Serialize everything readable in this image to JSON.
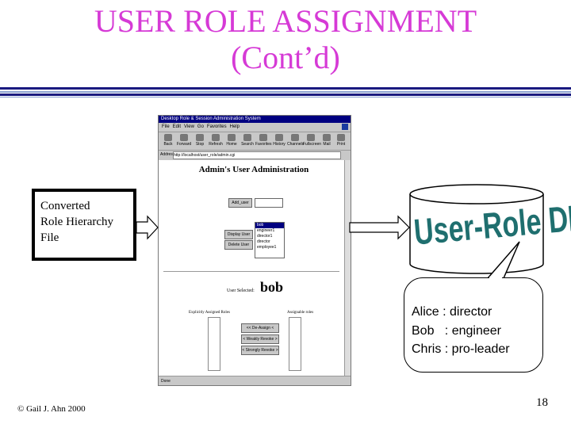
{
  "slide": {
    "title_line1": "USER ROLE ASSIGNMENT",
    "title_line2": "(Cont’d)",
    "footer": "© Gail J. Ahn 2000",
    "page_number": "18",
    "left_box_lines": [
      "Converted",
      "Role Hierarchy",
      "File"
    ],
    "db_label": "User-Role DB",
    "db_entries": [
      "Alice : director",
      "Bob   : engineer",
      "Chris : pro-leader"
    ],
    "colors": {
      "title": "#d63ad6",
      "db_text": "#1f6f6f",
      "bar_dark": "#1a1a80",
      "bar_light": "#8aa0d0"
    }
  },
  "browser": {
    "window_title": "Desktop Role & Session Administration System",
    "menu": [
      "File",
      "Edit",
      "View",
      "Go",
      "Favorites",
      "Help"
    ],
    "toolbar": [
      "Back",
      "Forward",
      "Stop",
      "Refresh",
      "Home",
      "Search",
      "Favorites",
      "History",
      "Channels",
      "Fullscreen",
      "Mail",
      "Print"
    ],
    "address_label": "Address",
    "address_value": "http://localhost/user_role/admin.cgi",
    "page": {
      "heading": "Admin's User Administration",
      "add_user_button": "Add_user",
      "display_user_button": "Display User",
      "delete_user_button": "Delete User",
      "user_list": [
        "bob",
        "engineer1",
        "director1",
        "director",
        "employee1"
      ],
      "user_selected_label": "User Selected:",
      "user_selected_value": "bob",
      "explicit_roles_label": "Explicitly Assigned Roles",
      "assignable_roles_label": "Assignable roles",
      "deassign_button": "<< De-Assign <",
      "weakly_revoke_button": "< Weakly Revoke >",
      "strongly_revoke_button": "< Strongly Revoke >"
    },
    "status": "Done"
  }
}
